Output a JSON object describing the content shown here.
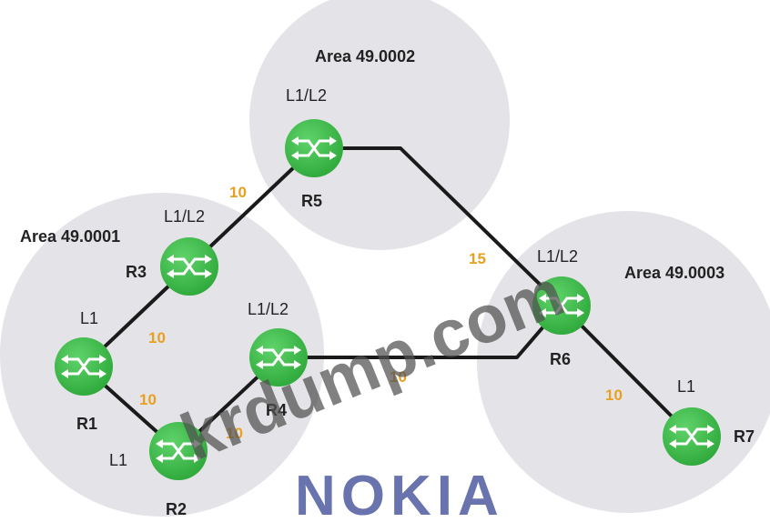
{
  "areas": [
    {
      "id": "a1",
      "label": "Area 49.0001"
    },
    {
      "id": "a2",
      "label": "Area 49.0002"
    },
    {
      "id": "a3",
      "label": "Area 49.0003"
    }
  ],
  "routers": [
    {
      "id": "R1",
      "name": "R1",
      "role": "L1",
      "area": "49.0001"
    },
    {
      "id": "R2",
      "name": "R2",
      "role": "L1",
      "area": "49.0001"
    },
    {
      "id": "R3",
      "name": "R3",
      "role": "L1/L2",
      "area": "49.0001"
    },
    {
      "id": "R4",
      "name": "R4",
      "role": "L1/L2",
      "area": "49.0001"
    },
    {
      "id": "R5",
      "name": "R5",
      "role": "L1/L2",
      "area": "49.0002"
    },
    {
      "id": "R6",
      "name": "R6",
      "role": "L1/L2",
      "area": "49.0003"
    },
    {
      "id": "R7",
      "name": "R7",
      "role": "L1",
      "area": "49.0003"
    }
  ],
  "links": [
    {
      "id": "r1-r3",
      "from": "R1",
      "to": "R3",
      "cost": "10"
    },
    {
      "id": "r1-r2",
      "from": "R1",
      "to": "R2",
      "cost": "10"
    },
    {
      "id": "r2-r4",
      "from": "R2",
      "to": "R4",
      "cost": "10"
    },
    {
      "id": "r3-r5",
      "from": "R3",
      "to": "R5",
      "cost": "10"
    },
    {
      "id": "r5-r6",
      "from": "R5",
      "to": "R6",
      "cost": "15"
    },
    {
      "id": "r4-r6",
      "from": "R4",
      "to": "R6",
      "cost": "10"
    },
    {
      "id": "r6-r7",
      "from": "R6",
      "to": "R7",
      "cost": "10"
    }
  ],
  "watermark": "krdump.com",
  "brand": "NOKIA",
  "colors": {
    "area_fill": "#e4e3e7",
    "router_fill": "#3dbb48",
    "link_color": "#1a1a1a",
    "cost_color": "#e8a020",
    "brand_color": "#2f3f8f"
  }
}
